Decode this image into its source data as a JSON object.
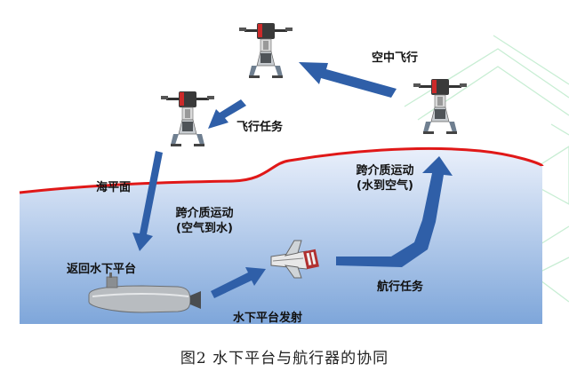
{
  "colors": {
    "sea_top": "#eaf0fb",
    "sea_bottom": "#7ea6da",
    "sea_line": "#e01818",
    "arrow": "#2f5fa8",
    "watermark": "#9be0b0"
  },
  "labels": {
    "air_flight": "空中飞行",
    "flight_mission": "飞行任务",
    "sea_level": "海平面",
    "cross_medium_1": "跨介质运动",
    "air_to_water": "(空气到水)",
    "cross_medium_2": "跨介质运动",
    "water_to_air": "(水到空气)",
    "return_platform": "返回水下平台",
    "navigation_mission": "航行任务",
    "platform_launch": "水下平台发射"
  },
  "caption": "图2  水下平台与航行器的协同",
  "icons": {
    "drone": "multirotor-drone-icon",
    "submarine": "submarine-icon",
    "vehicle": "underwater-vehicle-icon"
  }
}
